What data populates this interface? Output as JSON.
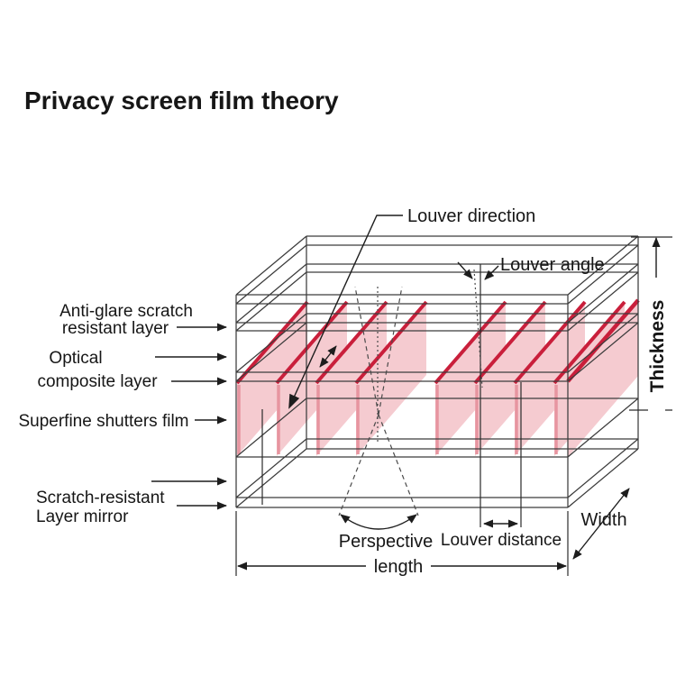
{
  "title": {
    "text": "Privacy screen film theory",
    "color": "#e21313"
  },
  "colors": {
    "louver_red": "#c91f3b",
    "louver_pink": "#f5cbd0",
    "louver_edge_pink": "#e795a0",
    "wireframe_line": "#3c3c3c",
    "text_color": "#161616"
  },
  "layer_labels": {
    "anti_glare": [
      "Anti-glare scratch",
      "resistant layer"
    ],
    "optical": [
      "Optical",
      "composite layer"
    ],
    "superfine": "Superfine shutters film",
    "scratch_mirror": [
      "Scratch-resistant",
      "Layer mirror"
    ]
  },
  "annotations": {
    "louver_direction": "Louver direction",
    "louver_angle": "Louver angle",
    "thickness": "Thickness",
    "width": "Width",
    "perspective": "Perspective",
    "louver_distance": "Louver distance",
    "length": "length"
  }
}
